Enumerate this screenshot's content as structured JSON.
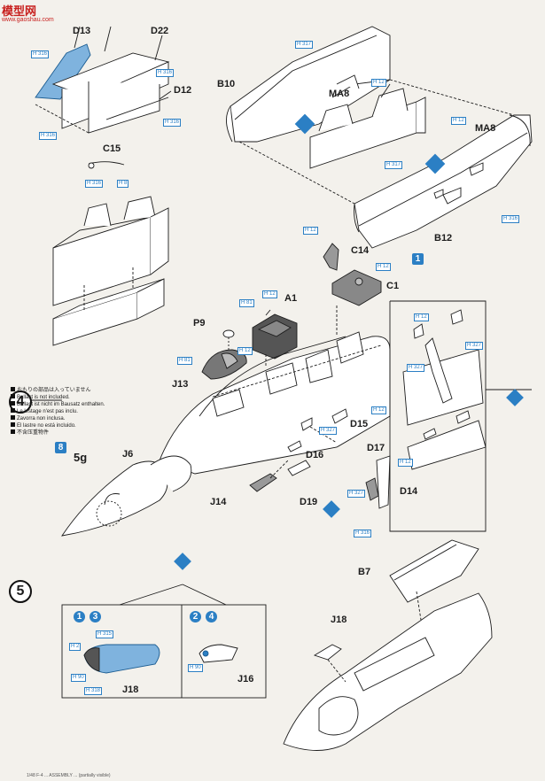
{
  "watermark": {
    "name": "模型网",
    "url": "www.gaoshau.com"
  },
  "steps": [
    {
      "number": "4"
    },
    {
      "number": "5"
    }
  ],
  "colors": {
    "accent_blue": "#2b7fc4",
    "ink": "#1c1c1c",
    "paper": "#f3f1ec",
    "part_gray": "#c9c9c9",
    "logo_red": "#c8201e"
  },
  "parts": {
    "D13": "D13",
    "D22": "D22",
    "D12": "D12",
    "C15": "C15",
    "B10": "B10",
    "MA8_a": "MA8",
    "MA8_b": "MA8",
    "B12": "B12",
    "C14": "C14",
    "C1": "C1",
    "A1": "A1",
    "P9": "P9",
    "J13": "J13",
    "J6": "J6",
    "D15": "D15",
    "D16": "D16",
    "D17": "D17",
    "D14": "D14",
    "J14": "J14",
    "D19": "D19",
    "B7": "B7",
    "J18_a": "J18",
    "J18_b": "J18",
    "J16": "J16"
  },
  "weight": "5g",
  "weight_icon": "8",
  "pilot_icon": "1",
  "variant_a": [
    "1",
    "3"
  ],
  "variant_b": [
    "2",
    "4"
  ],
  "color_codes": [
    "H 316",
    "H 316",
    "H 316",
    "H 316",
    "H 316",
    "H 8",
    "H 317",
    "H 12",
    "H 12",
    "H 317",
    "H 316",
    "H 12",
    "H 12",
    "H 12",
    "H 81",
    "H 12",
    "H 81",
    "H 12",
    "H 327",
    "H 327",
    "H 12",
    "H 327",
    "H 12",
    "H 327",
    "H 316",
    "H 315",
    "H 2",
    "H 90",
    "H 318",
    "H 90"
  ],
  "ballast_note": [
    "おもりの部品は入っていません",
    "Ballast is not included.",
    "Ballast ist nicht im Bausatz enthalten.",
    "Le lestage n'est pas inclu.",
    "Zavorra non inclusa.",
    "El lastre no está incluido.",
    "不含压重物件"
  ],
  "footer": "1/48 F-4 ... ASSEMBLY ... (partially visible)"
}
